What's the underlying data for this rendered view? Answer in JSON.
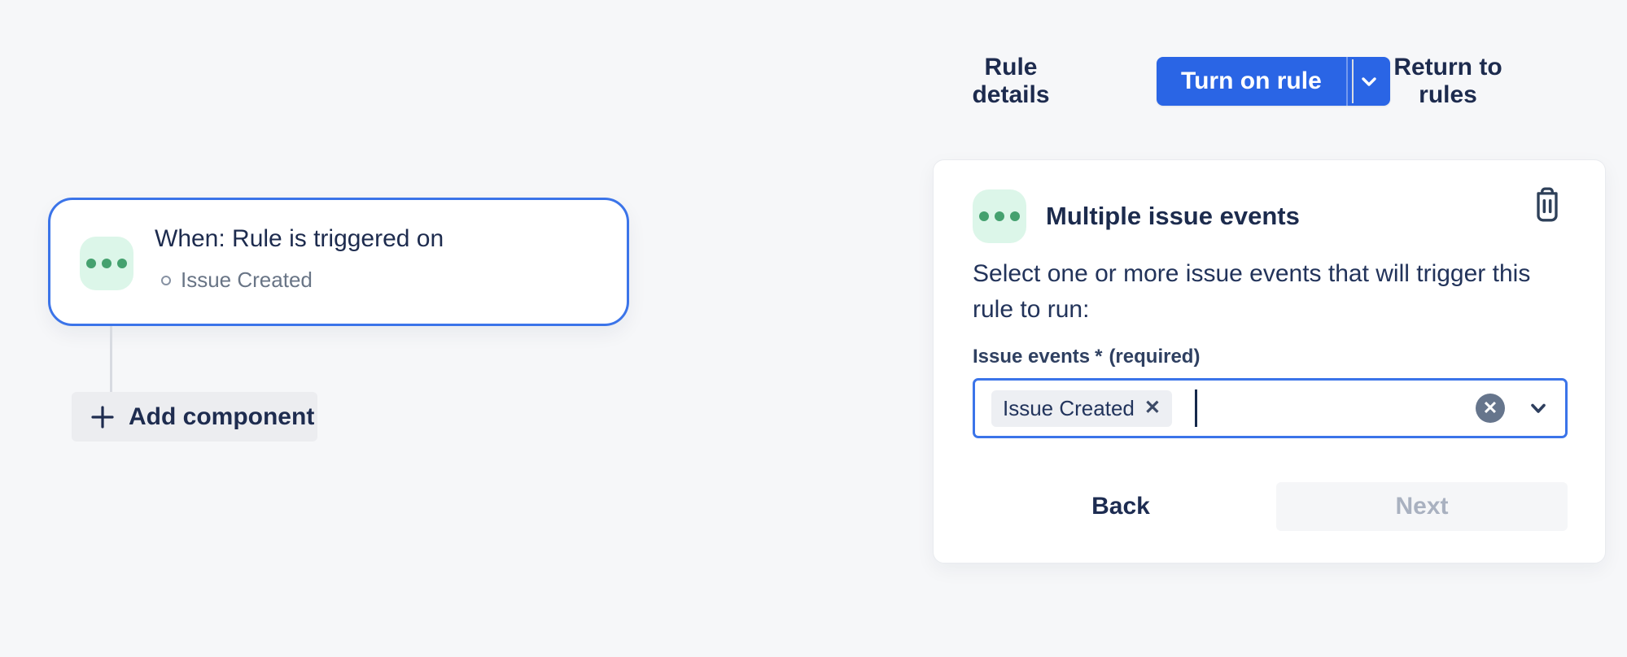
{
  "colors": {
    "accent_blue": "#2A65E5",
    "selection_blue": "#3B74E9",
    "mint": "#DCF6E9",
    "green_dot": "#45A16F",
    "dark_navy": "#1D2B4E",
    "muted_gray": "#697586",
    "page_bg": "#F6F7F9"
  },
  "toolbar": {
    "rule_details_label": "Rule details",
    "turn_on_rule_label": "Turn on rule",
    "return_to_rules_label": "Return to rules"
  },
  "canvas": {
    "trigger_card": {
      "title": "When: Rule is triggered on",
      "subtitle": "Issue Created"
    },
    "add_component_label": "Add component"
  },
  "panel": {
    "title": "Multiple issue events",
    "description": "Select one or more issue events that will trigger this rule to run:",
    "field_label": "Issue events",
    "required_star": "*",
    "required_text": "(required)",
    "tags": [
      {
        "label": "Issue Created"
      }
    ],
    "back_label": "Back",
    "next_label": "Next"
  },
  "icons": {
    "trigger": "ellipsis-dots",
    "delete": "trash",
    "tag_remove": "✕",
    "clear": "✕",
    "dropdown": "chevron-down",
    "add": "plus"
  }
}
